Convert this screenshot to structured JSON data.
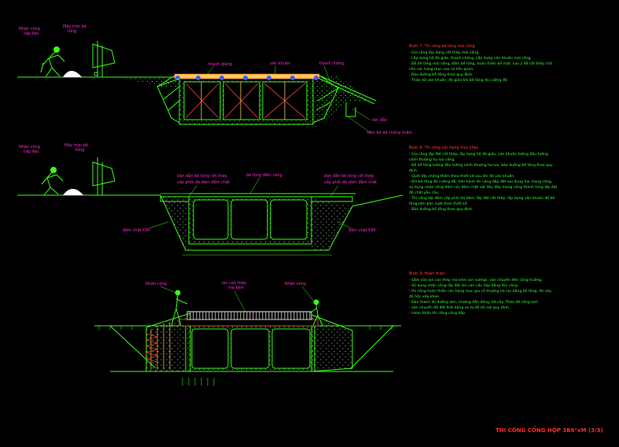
{
  "colors": {
    "background": "#000000",
    "label": "#ff2bd6",
    "structure": "#39ff14",
    "note_text": "#38ff38",
    "note_heading": "#ff3b3b",
    "timber": "#ffcc55",
    "brace": "#e83a3a",
    "clamp": "#3b5bff"
  },
  "stage1": {
    "worker_label": "Nhân công\ncấp liệu",
    "mixer_label": "Máy trộn bê\ntông",
    "label_formwork_center": "thanh giằng",
    "label_formwork": "ván khuôn",
    "label_brace": "thanh chống",
    "label_rail": "tên dẫn",
    "label_ramp": "tấm bê đá chống thấm",
    "notes_title": "Bước 7: Thi công bê tông mái cống",
    "notes": [
      "- Gia công lắp dựng cốt thép mái cống.",
      "- Lắp dựng hệ đà giáo, thanh chống. Lắp dựng ván khuôn mái cống.",
      "- Đổ bê tông mái cống, đầm bê tông, hoàn thiện bề mặt. Lưu ý đổ cốt thép chờ",
      "  cho các hạng mục sau có liên quan.",
      "- Bảo dưỡng bê tông theo quy định.",
      "- Tháo dỡ ván khuôn, đà giáo khi bê tông đủ cường độ."
    ]
  },
  "stage2": {
    "worker_label": "Nhân công\ncấp liệu",
    "mixer_label": "Máy trộn bê\ntông",
    "label_left_top": "bản dẫn bê tông cốt thép",
    "label_left_bottom": "cấp phối đá dăm đầm chặt",
    "label_center": "bê tông đầm công",
    "label_right_top": "bản dẫn bê tông cốt thép",
    "label_right_bottom": "cấp phối đá dăm đầm chặt",
    "label_left_soil": "đầm chặt K95",
    "label_right_soil": "đầm chặt K95",
    "notes_title": "Bước 8: Thi công các hạng mục khác",
    "notes": [
      "- Gia công lắp đặt cốt thép, lắp dựng hệ đà giáo, ván khuôn tường đầu tường",
      "cánh thượng hạ lưu cống.",
      "- Đổ bê tông tường đầu tường cánh thượng hạ lưu, bảo dưỡng bê tông theo quy",
      "định.",
      "- Quét lớp chống thấm theo thiết kế sau khi dỡ ván khuôn.",
      "- Khi bê tông đủ cường độ, tiến hành thi công đắp đất lưu dung hai mang cống,",
      "sử dụng nhân công đầm cóc đầm chặt vật liệu đắp mang cống thành từng lớp đạt",
      "độ chặt yêu cầu.",
      "- Thi công lớp đệm cấp phối đá dăm, lắp đặt cốt thép, lắp dựng ván khuôn đổ bê",
      "tông tấm bản vượt theo thiết kế.",
      "- Bảo dưỡng bê tông theo quy định."
    ]
  },
  "stage3": {
    "label_left": "Nhân công",
    "label_center": "lan can thép\nmạ kẽm",
    "label_right": "Nhân công",
    "notes_title": "Bước 9: Hoàn thiện",
    "notes": [
      "- Sắm sửa lan can thép mạ kẽm (an sương), vận chuyển đến công trường.",
      "- Sử dụng nhân công lắp đặt lan can cầu hộp bằng thủ công.",
      "- thi công hoàn thiện các hạng mục gia cố thượng hạ lưu bằng bê tông, đá xây,",
      "đá hộc xếp khan.",
      "- Đào thanh lái đường lạm, mương dẫn dòng, bờ vây. Tháo dỡ cống tạm",
      "- vận chuyển đổ đất thải bằng xe tự đổ tới nơi quy định.",
      "- Hoàn thiện thi công cống hộp."
    ]
  },
  "footer_title": "THI CÔNG CỐNG HỘP 3B6\"xM (3/3)"
}
